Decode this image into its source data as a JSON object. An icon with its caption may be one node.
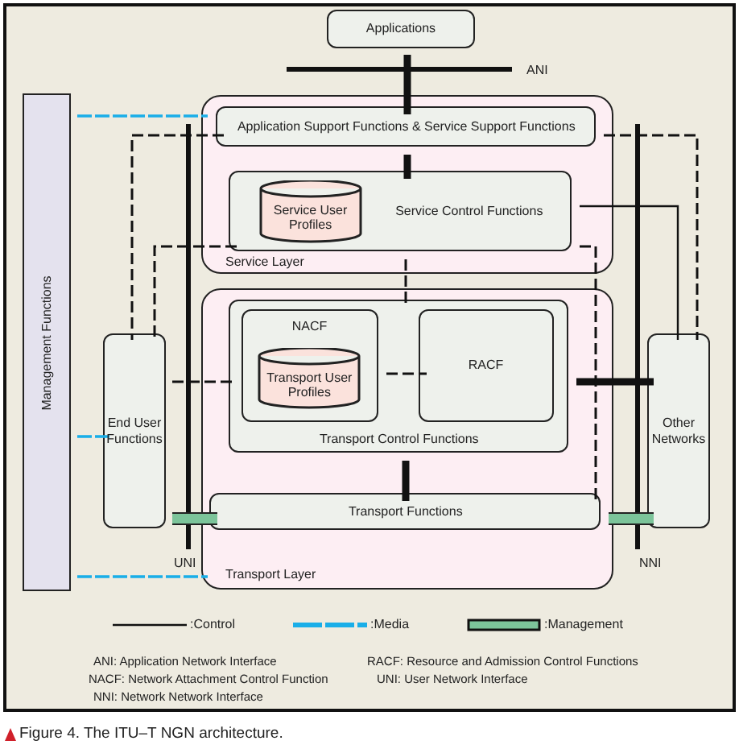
{
  "diagram": {
    "caption": "Figure 4. The ITU–T NGN architecture.",
    "nodes": [
      {
        "text": [
          "Applications"
        ]
      },
      {
        "text": [
          "Service Layer"
        ]
      },
      {
        "text": [
          "Application Support Functions & Service Support Functions"
        ],
        "in": 1
      },
      {
        "text": [
          "Service Control Functions"
        ],
        "in": 1
      },
      {
        "text": [
          "Service User Profiles"
        ],
        "in": 3
      },
      {
        "text": [
          "Transport Layer"
        ]
      },
      {
        "text": [
          "Transport Control Functions"
        ],
        "in": 5
      },
      {
        "text": [
          "NACF"
        ],
        "in": 6
      },
      {
        "text": [
          "Transport User Profiles"
        ],
        "in": 7
      },
      {
        "text": [
          "RACF"
        ],
        "in": 6
      },
      {
        "text": [
          "Transport Functions"
        ],
        "in": 5
      },
      {
        "text": [
          "Management Functions"
        ]
      },
      {
        "text": [
          "End User Functions"
        ]
      },
      {
        "text": [
          "Other Networks"
        ]
      }
    ],
    "edges": [
      {
        "from": 0,
        "to": 2,
        "arrow": "none",
        "style": "thick"
      },
      {
        "from": 2,
        "to": 3,
        "arrow": "none",
        "style": "thick"
      },
      {
        "from": 3,
        "to": 6,
        "arrow": "none",
        "style": "dashed"
      },
      {
        "from": 6,
        "to": 10,
        "arrow": "none",
        "style": "thick"
      },
      {
        "from": 7,
        "to": 9,
        "arrow": "none",
        "style": "dashed"
      },
      {
        "from": 12,
        "to": 6,
        "arrow": "none",
        "style": "dashed"
      },
      {
        "from": 6,
        "to": 13,
        "arrow": "none",
        "style": "thick"
      },
      {
        "from": 12,
        "to": 10,
        "arrow": "none",
        "style": "thick",
        "color": "#7cc49a"
      },
      {
        "from": 10,
        "to": 13,
        "arrow": "none",
        "style": "thick",
        "color": "#7cc49a"
      },
      {
        "from": 11,
        "to": 1,
        "arrow": "none",
        "style": "dashed",
        "color": "#19aee8"
      },
      {
        "from": 11,
        "to": 12,
        "arrow": "none",
        "style": "dashed",
        "color": "#19aee8"
      },
      {
        "from": 11,
        "to": 5,
        "arrow": "none",
        "style": "dashed",
        "color": "#19aee8"
      },
      {
        "from": 2,
        "to": 12,
        "arrow": "none",
        "style": "dashed"
      },
      {
        "from": 2,
        "to": 13,
        "arrow": "none",
        "style": "dashed"
      },
      {
        "from": 3,
        "to": 12,
        "arrow": "none",
        "style": "dashed"
      },
      {
        "from": 3,
        "to": 13,
        "arrow": "none"
      },
      {
        "from": 3,
        "to": 10,
        "arrow": "none",
        "style": "dashed"
      }
    ],
    "labels": [
      "ANI",
      "UNI",
      "NNI",
      "ANI: Application Network Interface",
      "NACF: Network Attachment Control Function",
      "NNI: Network Network Interface",
      "RACF: Resource and Admission Control Functions",
      "UNI: User Network Interface"
    ],
    "legend": [
      {
        "text": ":Control"
      },
      {
        "text": ":Media"
      },
      {
        "text": ":Management"
      }
    ]
  }
}
